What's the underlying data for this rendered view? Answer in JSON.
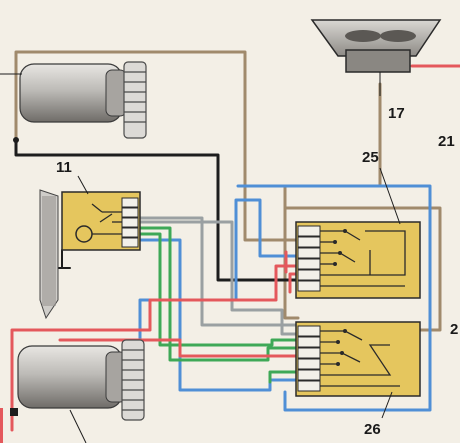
{
  "diagram": {
    "labels": {
      "speaker": "17",
      "partial_right_top": "21",
      "relay_upper": "25",
      "relay_lower": "26",
      "switch_small": "11",
      "partial_right_mid": "2"
    },
    "colors": {
      "background": "#f3efe6",
      "wire_black": "#1d1d1d",
      "wire_tan": "#a08a6c",
      "wire_blue": "#4f8fd6",
      "wire_red": "#e4585c",
      "wire_green": "#3ea857",
      "wire_grey": "#9aa0a2",
      "relay_fill": "#e5c65e",
      "motor_body": "#b9b7b3"
    }
  }
}
